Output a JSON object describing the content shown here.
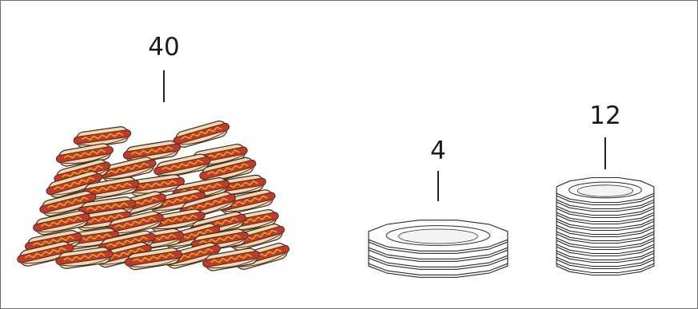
{
  "groups": [
    {
      "label": "40",
      "item": "hot dog",
      "count": 40
    },
    {
      "label": "4",
      "item": "plate",
      "count": 4
    },
    {
      "label": "12",
      "item": "plate",
      "count": 12
    }
  ],
  "colors": {
    "bun": "#f1d7b3",
    "bun_outline": "#3a2a1a",
    "sausage": "#c0392b",
    "mustard": "#e1a81c",
    "plate": "#ffffff",
    "plate_outline": "#2a2a2a",
    "frame": "#6e6e6e"
  }
}
